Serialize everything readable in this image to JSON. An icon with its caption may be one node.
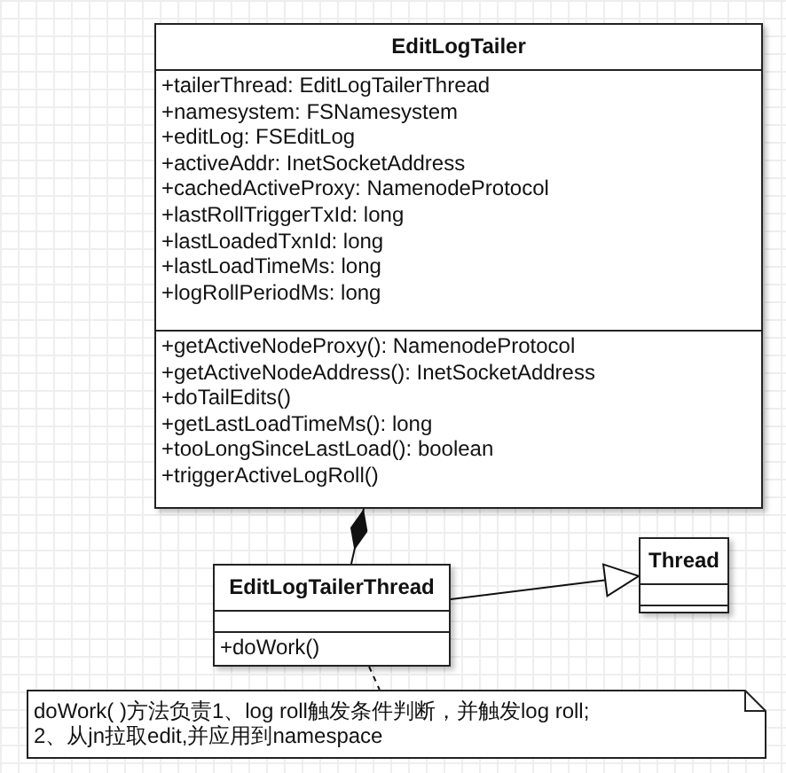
{
  "diagram": {
    "nodes": [
      {
        "text": [
          "EditLogTailer",
          "+tailerThread: EditLogTailerThread",
          "+namesystem: FSNamesystem",
          "+editLog: FSEditLog",
          "+activeAddr: InetSocketAddress",
          "+cachedActiveProxy: NamenodeProtocol",
          "+lastRollTriggerTxId: long",
          "+lastLoadedTxnId: long",
          "+lastLoadTimeMs: long",
          "+logRollPeriodMs: long",
          "+getActiveNodeProxy(): NamenodeProtocol",
          "+getActiveNodeAddress(): InetSocketAddress",
          "+doTailEdits()",
          "+getLastLoadTimeMs(): long",
          "+tooLongSinceLastLoad(): boolean",
          "+triggerActiveLogRoll()"
        ]
      },
      {
        "text": [
          "EditLogTailerThread",
          "+doWork()"
        ]
      },
      {
        "text": [
          "Thread"
        ]
      },
      {
        "text": [
          "doWork( )方法负责1、log roll触发条件判断，并触发log roll;",
          "2、从jn拉取edit,并应用到namespace"
        ]
      }
    ],
    "edges": [
      {
        "from": 0,
        "to": 1,
        "arrow": "other"
      },
      {
        "from": 1,
        "to": 2,
        "arrow": "to"
      },
      {
        "from": 1,
        "to": 3,
        "arrow": "none",
        "style": "dashed"
      }
    ]
  }
}
